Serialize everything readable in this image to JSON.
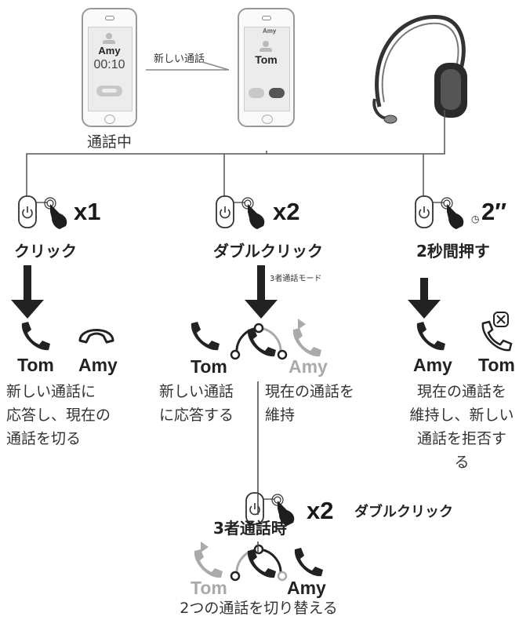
{
  "phone_left": {
    "caller": "Amy",
    "timer": "00:10",
    "caption": "通話中"
  },
  "new_call_arrow": {
    "label": "新しい通話"
  },
  "phone_right": {
    "held": "Amy",
    "incoming": "Tom"
  },
  "columns": [
    {
      "count": "x1",
      "action": "クリック",
      "names": [
        "Tom",
        "Amy"
      ],
      "description": [
        "新しい通話に",
        "応答し、現在の",
        "通話を切る"
      ]
    },
    {
      "count": "x2",
      "action": "ダブルクリック",
      "arrow_note": "3者通話モード",
      "names": [
        "Tom",
        "Amy"
      ],
      "description_left": [
        "新しい通話",
        "に応答する"
      ],
      "description_right": [
        "現在の通話を",
        "維持"
      ]
    },
    {
      "count": "2″",
      "action": "2秒間押す",
      "names": [
        "Amy",
        "Tom"
      ],
      "description": [
        "現在の通話を",
        "維持し、新しい",
        "通話を拒否す",
        "る"
      ]
    }
  ],
  "three_way": {
    "heading": "3者通話時",
    "count": "x2",
    "action": "ダブルクリック",
    "names": [
      "Tom",
      "Amy"
    ],
    "caption": "2つの通話を切り替える"
  },
  "colors": {
    "ink": "#222222",
    "muted": "#aaaaaa",
    "phone_bg": "#eeeeee",
    "line": "#555555"
  }
}
